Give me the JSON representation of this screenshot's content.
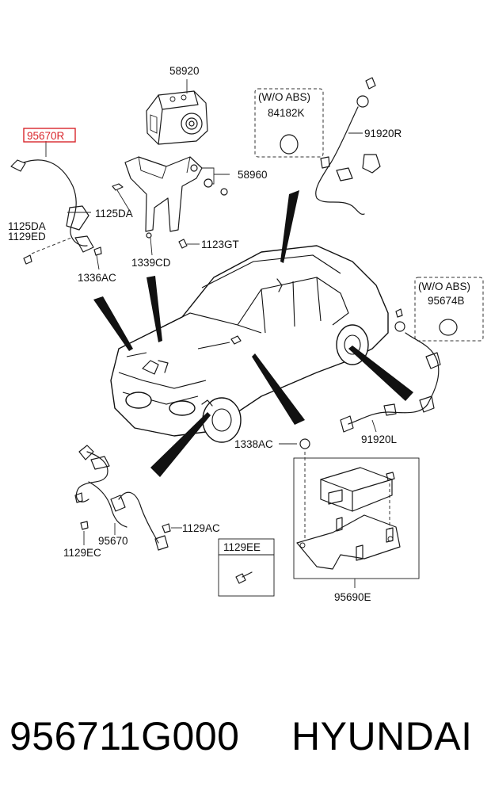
{
  "diagram": {
    "highlight_color": "#d9262c",
    "labels": {
      "l58920": "58920",
      "l95670R": "95670R",
      "wo_abs_1": "(W/O ABS)",
      "l84182K": "84182K",
      "l91920R": "91920R",
      "l58960": "58960",
      "l1125DA_a": "1125DA",
      "l1125DA_b": "1125DA",
      "l1129ED": "1129ED",
      "l1123GT": "1123GT",
      "l1339CD": "1339CD",
      "l1336AC": "1336AC",
      "wo_abs_2": "(W/O ABS)",
      "l95674B": "95674B",
      "l91920L": "91920L",
      "l1338AC": "1338AC",
      "l1129AC": "1129AC",
      "l95670": "95670",
      "l1129EC": "1129EC",
      "l1129EE": "1129EE",
      "l95690E": "95690E"
    }
  },
  "footer": {
    "part_number": "956711G000",
    "brand": "HYUNDAI"
  }
}
